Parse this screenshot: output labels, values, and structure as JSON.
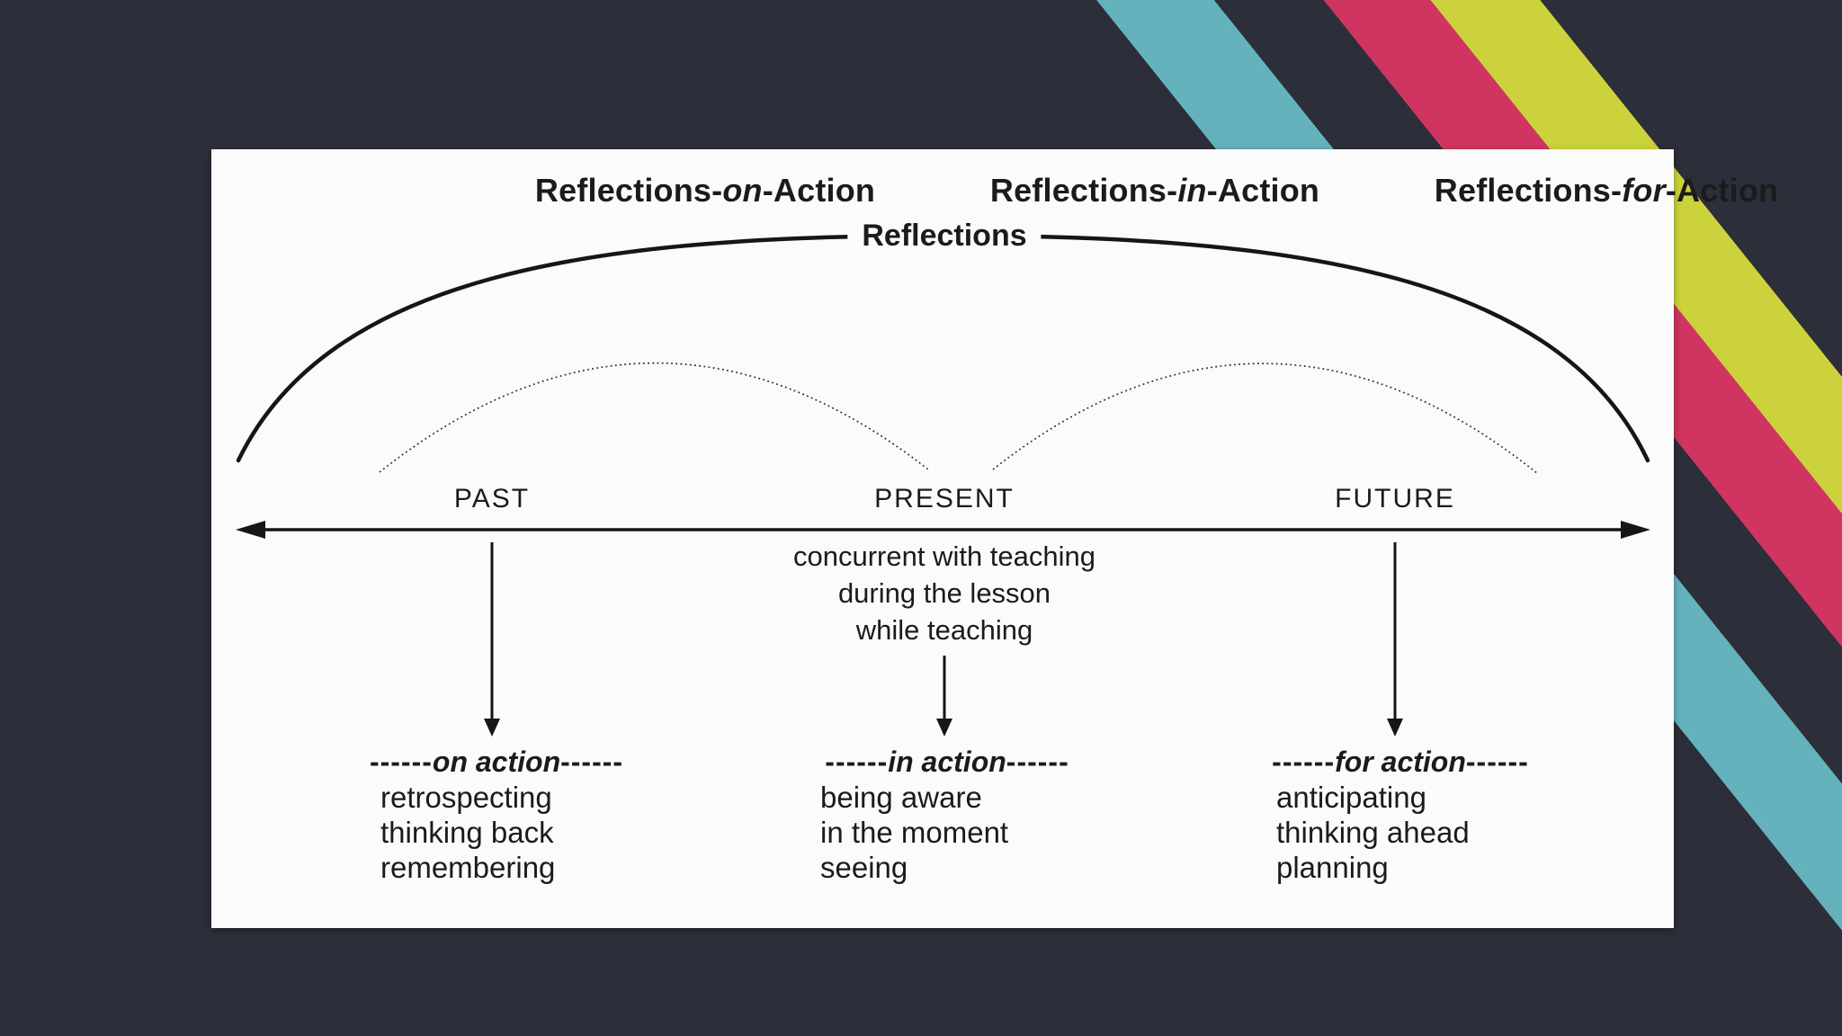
{
  "slide": {
    "background_color": "#2c2e3a",
    "card_color": "#fbfbfc",
    "text_color": "#1b1b1b",
    "stripe_colors": {
      "teal": "#64b2bb",
      "crimson": "#cf3560",
      "yellow": "#ccd23c"
    }
  },
  "headers": [
    {
      "pre": "Reflections-",
      "em": "on",
      "post": "-Action"
    },
    {
      "pre": "Reflections-",
      "em": "in",
      "post": "-Action"
    },
    {
      "pre": "Reflections-",
      "em": "for",
      "post": "-Action"
    }
  ],
  "arc_label": "Reflections",
  "timeline": {
    "past": "PAST",
    "present": "PRESENT",
    "future": "FUTURE",
    "present_notes": [
      "concurrent with teaching",
      "during the lesson",
      "while teaching"
    ]
  },
  "columns": [
    {
      "dashes": "------",
      "heading": "on action",
      "items": [
        "retrospecting",
        "thinking back",
        "remembering"
      ]
    },
    {
      "dashes": "------",
      "heading": "in action",
      "items": [
        "being aware",
        "in the moment",
        "seeing"
      ]
    },
    {
      "dashes": "------",
      "heading": "for action",
      "items": [
        "anticipating",
        "thinking ahead",
        "planning"
      ]
    }
  ]
}
